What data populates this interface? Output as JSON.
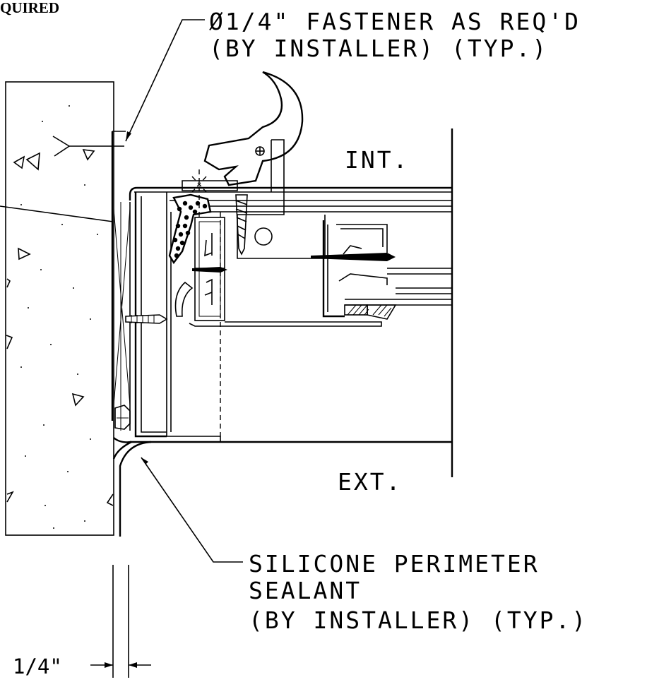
{
  "labels": {
    "cut_label": "QUIRED",
    "fastener_line1": "Ø1/4\" FASTENER AS REQ'D",
    "fastener_line2": "(BY INSTALLER) (TYP.)",
    "interior": "INT.",
    "exterior": "EXT.",
    "sealant_line1": "SILICONE PERIMETER",
    "sealant_line2": "SEALANT",
    "sealant_line3": "(BY INSTALLER) (TYP.)",
    "dimension": "1/4\""
  },
  "colors": {
    "ink": "#000000",
    "paper": "#ffffff"
  }
}
